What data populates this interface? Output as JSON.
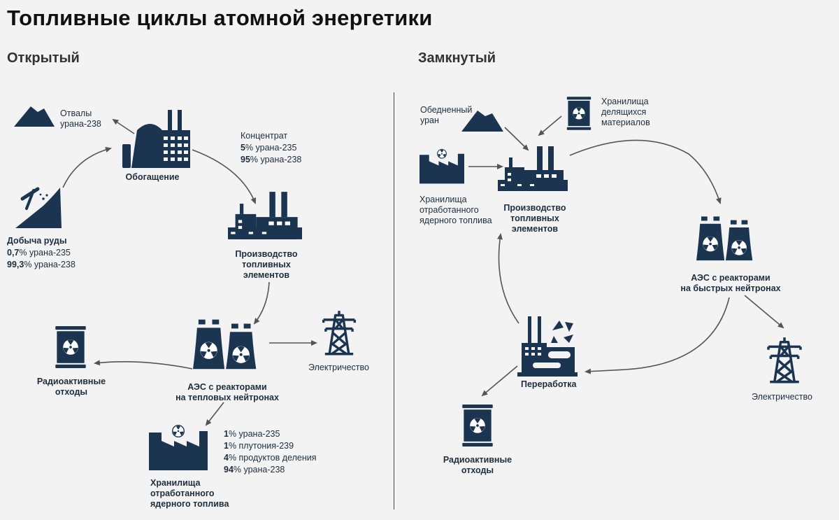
{
  "title": "Топливные циклы атомной энергетики",
  "open": {
    "heading": "Открытый",
    "tailings": [
      "Отвалы",
      "урана-238"
    ],
    "enrichment": "Обогащение",
    "concentrate": {
      "title": "Концентрат",
      "l1v": "5",
      "l1t": "% урана-235",
      "l2v": "95",
      "l2t": "% урана-238"
    },
    "mining": {
      "title": "Добыча руды",
      "l1v": "0,7",
      "l1t": "% урана-235",
      "l2v": "99,3",
      "l2t": "% урана-238"
    },
    "fuel_production": [
      "Производство",
      "топливных",
      "элементов"
    ],
    "npp": [
      "АЭС с реакторами",
      "на тепловых нейтронах"
    ],
    "electricity": "Электричество",
    "waste": [
      "Радиоактивные",
      "отходы"
    ],
    "spent_storage": [
      "Хранилища",
      "отработанного",
      "ядерного топлива"
    ],
    "spent_comp": [
      {
        "v": "1",
        "t": "% урана-235"
      },
      {
        "v": "1",
        "t": "% плутония-239"
      },
      {
        "v": "4",
        "t": "% продуктов деления"
      },
      {
        "v": "94",
        "t": "% урана-238"
      }
    ]
  },
  "closed": {
    "heading": "Замкнутый",
    "depleted": [
      "Обедненный",
      "уран"
    ],
    "fissile_storage": [
      "Хранилища",
      "делящихся",
      "материалов"
    ],
    "spent_storage": [
      "Хранилища",
      "отработанного",
      "ядерного топлива"
    ],
    "fuel_production": [
      "Производство",
      "топливных",
      "элементов"
    ],
    "npp": [
      "АЭС с реакторами",
      "на быстрых нейтронах"
    ],
    "electricity": "Электричество",
    "recycling": "Переработка",
    "waste": [
      "Радиоактивные",
      "отходы"
    ]
  },
  "colors": {
    "icon": "#1b3550",
    "arrow": "#555555",
    "text": "#1e2d3d"
  }
}
